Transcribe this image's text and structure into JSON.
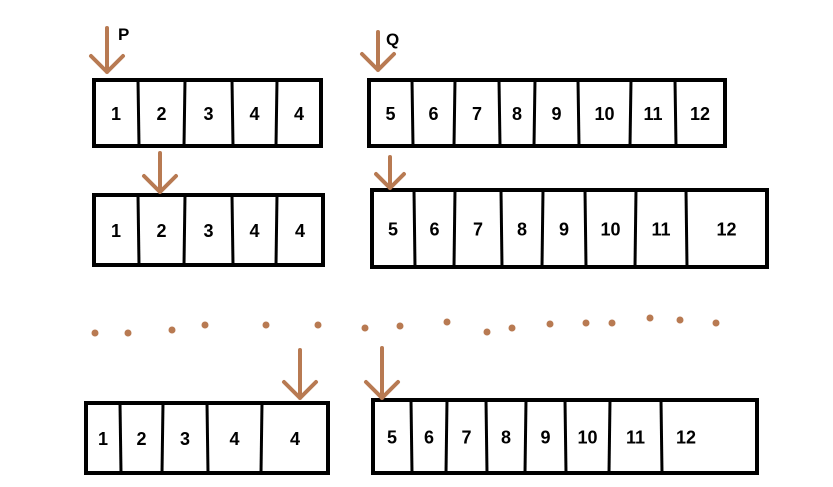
{
  "colors": {
    "arrow": "#b87a52",
    "dots": "#b87a52",
    "stroke": "#000000"
  },
  "pointer_labels": {
    "p": "P",
    "q": "Q"
  },
  "rows": [
    {
      "left": [
        "1",
        "2",
        "3",
        "4",
        "4"
      ],
      "right": [
        "5",
        "6",
        "7",
        "8",
        "9",
        "10",
        "11",
        "12"
      ]
    },
    {
      "left": [
        "1",
        "2",
        "3",
        "4",
        "4"
      ],
      "right": [
        "5",
        "6",
        "7",
        "8",
        "9",
        "10",
        "11",
        "12"
      ]
    },
    {
      "left": [
        "1",
        "2",
        "3",
        "4",
        "4"
      ],
      "right": [
        "5",
        "6",
        "7",
        "8",
        "9",
        "10",
        "11",
        "12"
      ]
    }
  ],
  "ellipsis_dot_count": 17
}
